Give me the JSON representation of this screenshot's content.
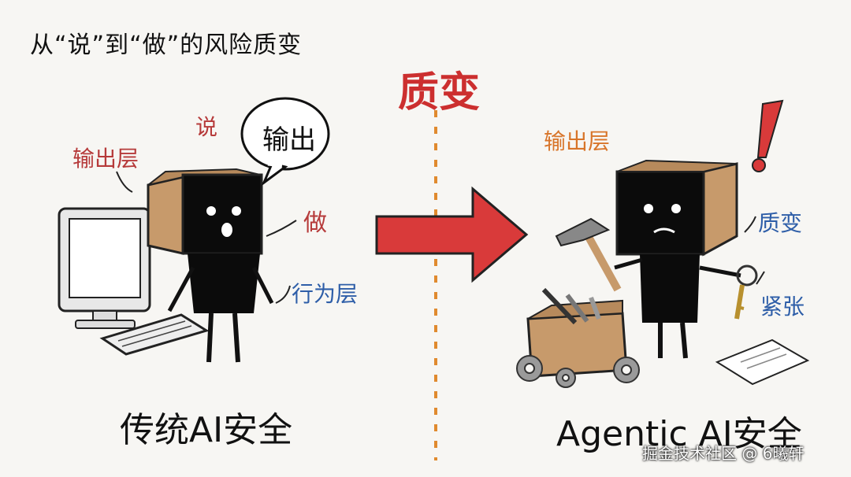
{
  "title": "从“说”到“做”的风险质变",
  "center_label": "质变",
  "left": {
    "output_layer": "输出层",
    "say": "说",
    "bubble": "输出",
    "do": "做",
    "action_layer": "行为层",
    "caption": "传统AI安全"
  },
  "right": {
    "output_layer": "输出层",
    "change": "质变",
    "tense": "紧张",
    "caption": "Agentic AI安全"
  },
  "watermark": "掘金技术社区 @ 6曦轩",
  "colors": {
    "accent_red": "#cc2f2f",
    "orange": "#d8752a",
    "blue": "#2e5ea8",
    "box_brown": "#c79a6b"
  }
}
